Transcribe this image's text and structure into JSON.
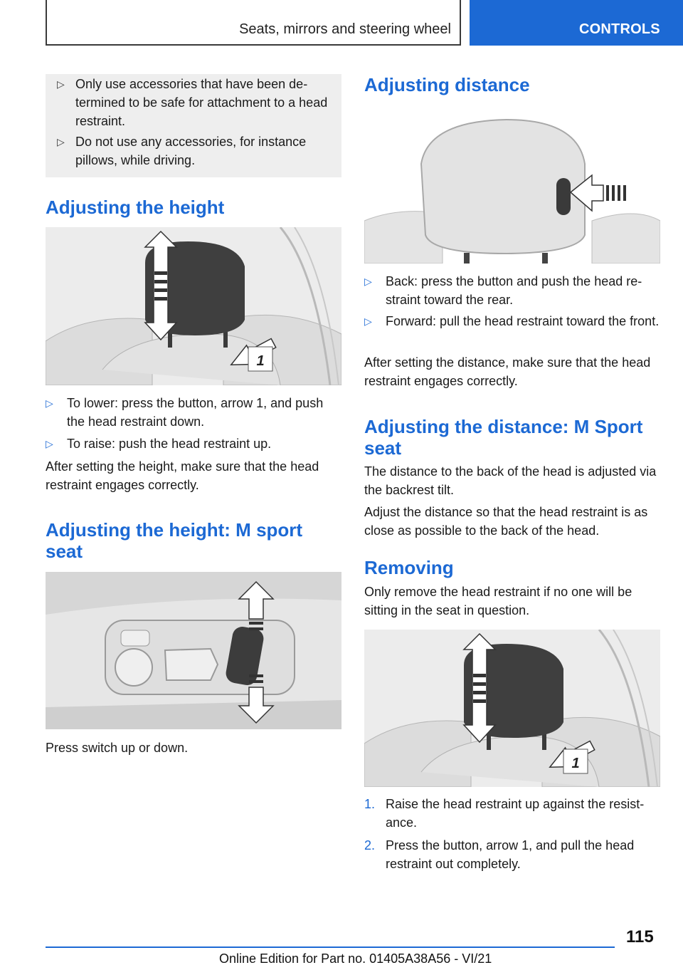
{
  "header": {
    "section_title": "Seats, mirrors and steering wheel",
    "tab_label": "CONTROLS"
  },
  "left": {
    "notes": [
      "Only use accessories that have been de-termined to be safe for attachment to a head restraint.",
      "Do not use any accessories, for instance pillows, while driving."
    ],
    "h_height": "Adjusting the height",
    "height_bullets": [
      "To lower: press the button, arrow 1, and push the head restraint down.",
      "To raise: push the head restraint up."
    ],
    "height_after": "After setting the height, make sure that the head restraint engages correctly.",
    "h_m_sport": "Adjusting the height: M sport seat",
    "m_sport_text": "Press switch up or down."
  },
  "right": {
    "h_distance": "Adjusting distance",
    "distance_bullets": [
      "Back: press the button and push the head re-straint toward the rear.",
      "Forward: pull the head restraint toward the front."
    ],
    "distance_after": "After setting the distance, make sure that the head restraint engages correctly.",
    "h_distance_m": "Adjusting the distance: M Sport seat",
    "distance_m_p1": "The distance to the back of the head is adjusted via the backrest tilt.",
    "distance_m_p2": "Adjust the distance so that the head restraint is as close as possible to the back of the head.",
    "h_removing": "Removing",
    "removing_text": "Only remove the head restraint if no one will be sitting in the seat in question.",
    "steps": [
      {
        "n": "1.",
        "text": "Raise the head restraint up against the resist-ance."
      },
      {
        "n": "2.",
        "text": "Press the button, arrow 1, and pull the head restraint out completely."
      }
    ]
  },
  "figure_labels": {
    "arrow_1": "1"
  },
  "marker": "▷",
  "footer": {
    "page": "115",
    "edition": "Online Edition for Part no. 01405A38A56 - VI/21"
  },
  "colors": {
    "accent": "#1c69d4"
  }
}
